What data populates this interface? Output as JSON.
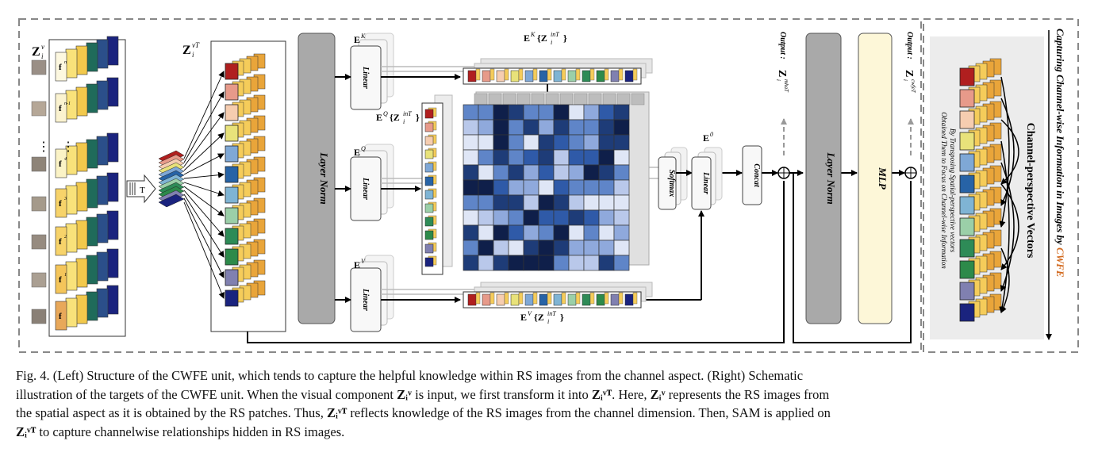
{
  "diagram": {
    "blocks": {
      "layer_norm_1": "Layer Norm",
      "layer_norm_2": "Layer Norm",
      "mlp": "MLP",
      "linear_k": "Linear",
      "linear_q": "Linear",
      "linear_v": "Linear",
      "linear_out": "Linear",
      "softmax": "Softmax",
      "concat": "Concat",
      "transpose": "T"
    },
    "labels": {
      "z_input": "Z",
      "z_input_sup": "v",
      "z_input_sub": "i",
      "z_transposed": "Z",
      "z_transposed_sup": "vT",
      "z_transposed_sub": "i",
      "e_k": "E",
      "e_k_sup": "K",
      "e_q": "E",
      "e_q_sup": "Q",
      "e_v": "E",
      "e_v_sup": "V",
      "e_0": "E",
      "e_0_sup": "0",
      "ek_z": "E",
      "ek_z_sup": "K",
      "ek_z_in": "{Z",
      "ek_z_in_sup": "inT",
      "ek_z_in_sub": "i",
      "ek_z_close": "}",
      "eq_z": "E",
      "eq_z_sup": "Q",
      "eq_z_in": "{Z",
      "eq_z_in_sup": "inT",
      "eq_z_in_sub": "i",
      "eq_z_close": "}",
      "ev_z": "E",
      "ev_z_sup": "V",
      "ev_z_in": "{Z",
      "ev_z_in_sup": "inT",
      "ev_z_in_sub": "i",
      "ev_z_close": "}",
      "output_1_prefix": "Output :",
      "output_1_sym": "Z",
      "output_1_sup": "mhaT",
      "output_1_sub": "i",
      "output_2_prefix": "Output :",
      "output_2_sym": "Z",
      "output_2_sup": "cwfeT",
      "output_2_sub": "i",
      "feature_labels": [
        "f",
        "f",
        "f",
        "f",
        "f",
        "f",
        "f"
      ],
      "feature_sups": [
        "n",
        "n-1",
        "4",
        "3",
        "2",
        "1",
        ""
      ],
      "ellipsis": "⋮"
    },
    "right_panel": {
      "title": "Channel-perspective Vectors",
      "note_line_1": "Obtained Them to Focus on Channel-wise Information",
      "note_line_2": "By Transposing Spatial-perspective vectors",
      "side_text": "Capturing Channel-wise Information in Images by ",
      "side_text_accent": "CWFE"
    },
    "colors": {
      "accent": "#d2691e",
      "block_gray": "#a9a9a9",
      "mlp_fill": "#fdf7d8",
      "panel_fill": "#ececec",
      "channels": [
        "#b01f1f",
        "#e79a8a",
        "#f6cdb0",
        "#e8e27a",
        "#7fa8d6",
        "#2763a6",
        "#7fb4d4",
        "#9bcfa8",
        "#2e8b57",
        "#2d8a4a",
        "#8080b0",
        "#1a237e"
      ]
    }
  },
  "caption": {
    "line1": "Fig. 4.    (Left) Structure of the CWFE unit, which tends to capture the helpful knowledge within RS images from the channel aspect. (Right) Schematic",
    "line2a": "illustration of the targets of the CWFE unit. When the visual component ",
    "line2b": " is input, we first transform it into ",
    "line2c": ". Here, ",
    "line2d": " represents the RS images from",
    "line3a": "the spatial aspect as it is obtained by the RS patches. Thus, ",
    "line3b": " reflects knowledge of the RS images from the channel dimension. Then, SAM is applied on",
    "line4a": " to capture channelwise relationships hidden in RS images.",
    "sym_zv": "Zᵢᵛ",
    "sym_zvt": "Zᵢᵛᵀ"
  }
}
